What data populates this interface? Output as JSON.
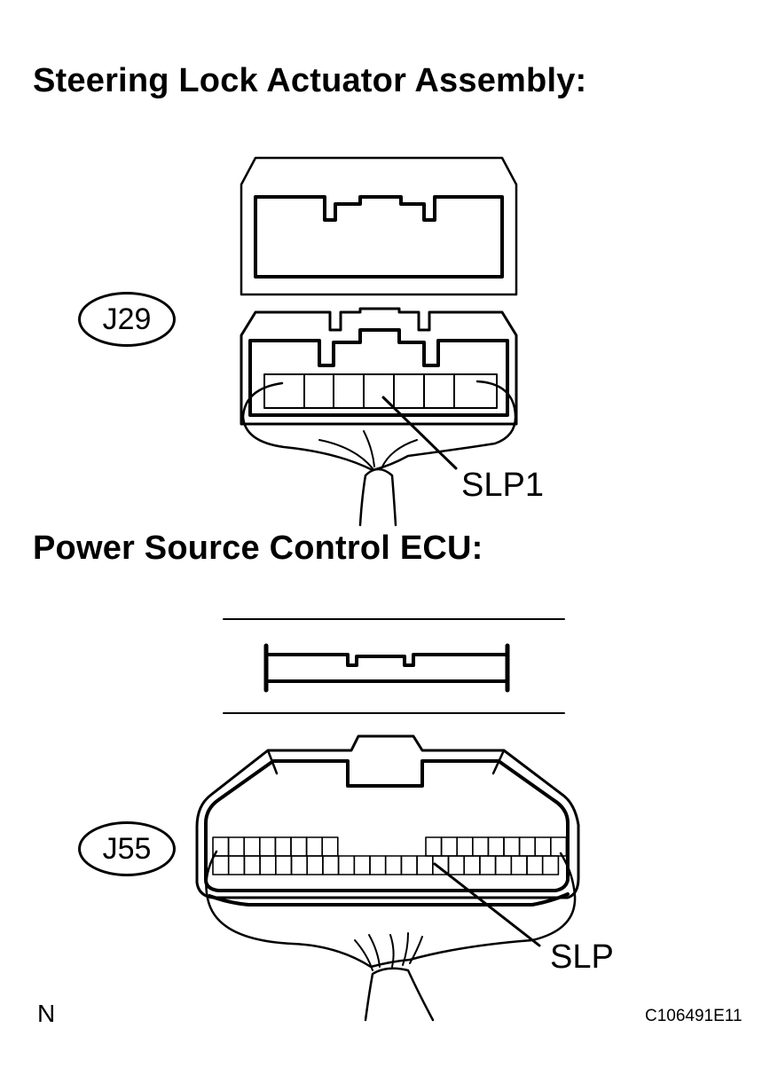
{
  "titles": {
    "steering_lock": "Steering Lock Actuator Assembly:",
    "power_source": "Power Source Control ECU:"
  },
  "connectors": {
    "upper": {
      "id": "J29",
      "terminal": "SLP1"
    },
    "lower": {
      "id": "J55",
      "terminal": "SLP"
    }
  },
  "footer": {
    "left_mark": "N",
    "figure_code": "C106491E11"
  }
}
